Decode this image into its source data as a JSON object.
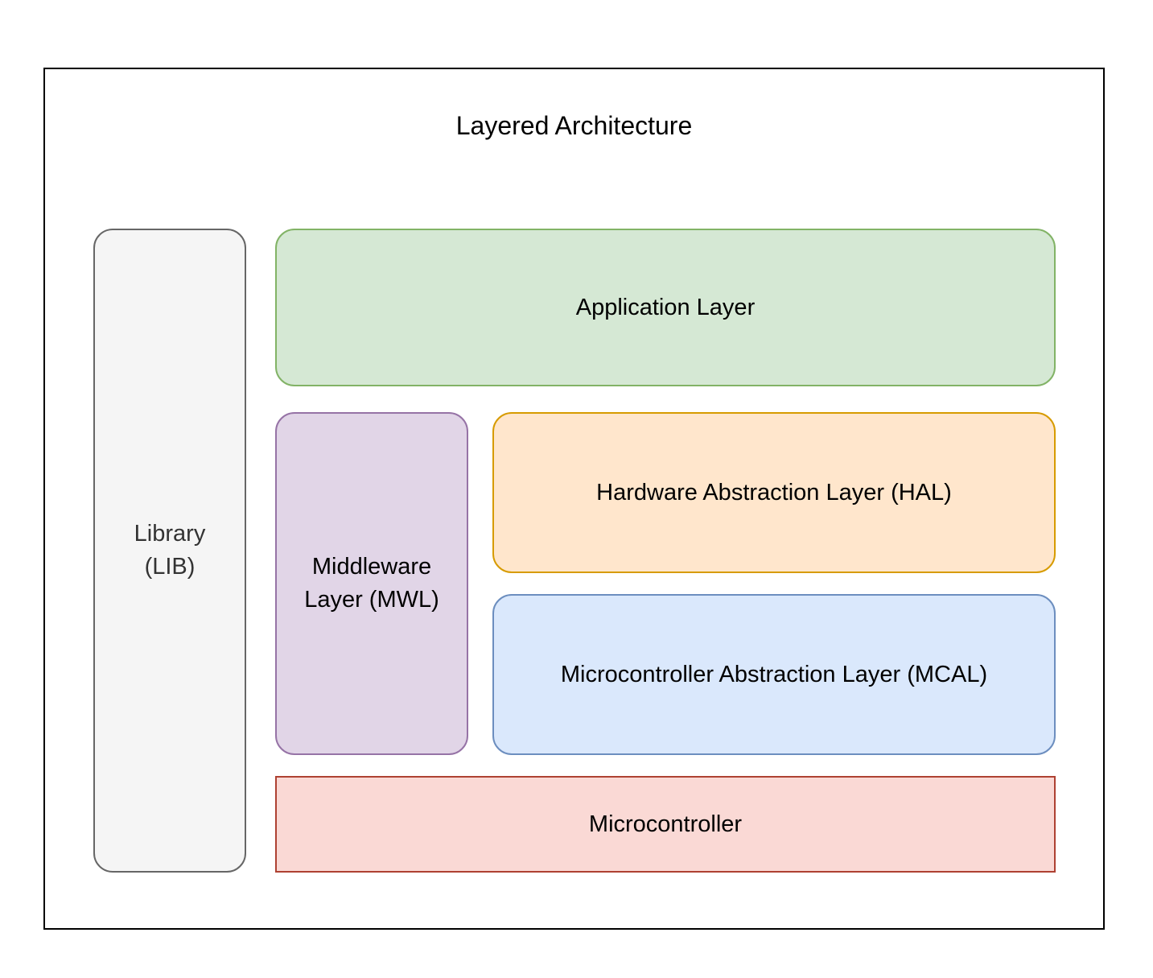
{
  "diagram": {
    "title": "Layered Architecture",
    "blocks": {
      "library": {
        "label": "Library\n(LIB)",
        "fill": "#f5f5f5",
        "stroke": "#666666"
      },
      "application": {
        "label": "Application Layer",
        "fill": "#d5e8d4",
        "stroke": "#82b366"
      },
      "middleware": {
        "label": "Middleware\nLayer (MWL)",
        "fill": "#e1d5e7",
        "stroke": "#9673a6"
      },
      "hal": {
        "label": "Hardware Abstraction Layer (HAL)",
        "fill": "#ffe6cc",
        "stroke": "#d79b00"
      },
      "mcal": {
        "label": "Microcontroller Abstraction Layer (MCAL)",
        "fill": "#dae8fc",
        "stroke": "#6c8ebf"
      },
      "microcontroller": {
        "label": "Microcontroller",
        "fill": "#fad9d5",
        "stroke": "#ae4132"
      }
    }
  }
}
